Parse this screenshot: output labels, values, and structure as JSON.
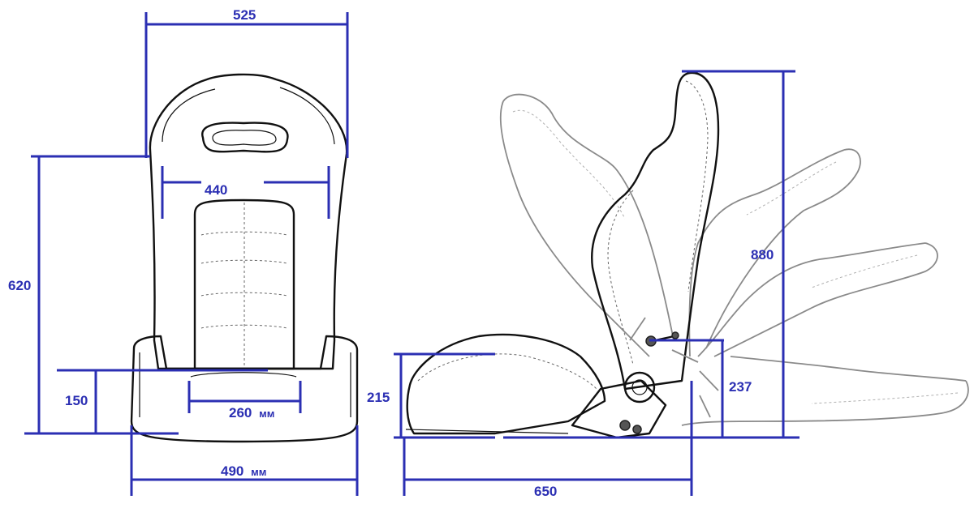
{
  "dimensions": {
    "width_top": "525",
    "backrest_height": "620",
    "inner_width": "440",
    "cushion_height": "150",
    "seat_base_width": "260",
    "seat_base_unit": "мм",
    "total_width": "490",
    "total_width_unit": "мм",
    "seat_height_side": "215",
    "depth": "650",
    "pivot_height": "237",
    "total_height": "880"
  },
  "colors": {
    "dimension": "#2b2fb3",
    "outline": "#111111",
    "ghost": "#8a8a8a"
  }
}
